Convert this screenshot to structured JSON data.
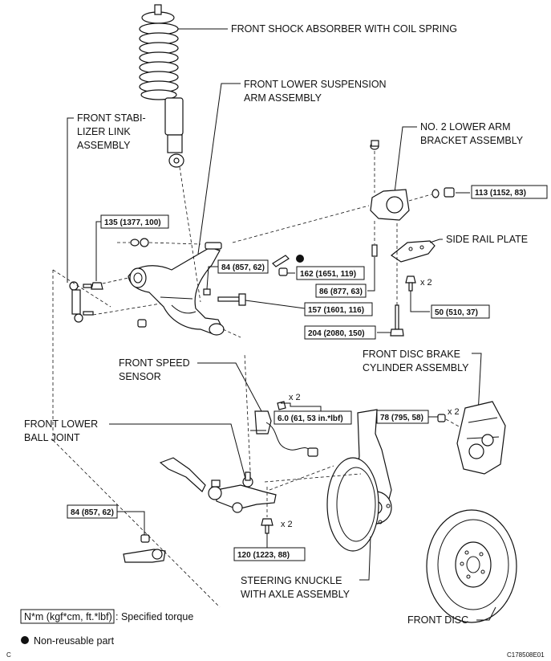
{
  "labels": {
    "shock": "FRONT SHOCK ABSORBER WITH COIL SPRING",
    "lower_arm_1": "FRONT LOWER SUSPENSION",
    "lower_arm_2": "ARM ASSEMBLY",
    "stab_1": "FRONT STABI-",
    "stab_2": "LIZER LINK",
    "stab_3": "ASSEMBLY",
    "no2_1": "NO. 2 LOWER ARM",
    "no2_2": "BRACKET ASSEMBLY",
    "side_rail": "SIDE RAIL PLATE",
    "speed_1": "FRONT SPEED",
    "speed_2": "SENSOR",
    "brake_1": "FRONT DISC BRAKE",
    "brake_2": "CYLINDER ASSEMBLY",
    "ball_1": "FRONT LOWER",
    "ball_2": "BALL JOINT",
    "knuckle_1": "STEERING KNUCKLE",
    "knuckle_2": "WITH AXLE ASSEMBLY",
    "disc": "FRONT DISC"
  },
  "torques": {
    "t113": "113 (1152, 83)",
    "t135": "135 (1377, 100)",
    "t84a": "84 (857, 62)",
    "t162": "162 (1651, 119)",
    "t86": "86 (877, 63)",
    "t50": "50 (510, 37)",
    "t157": "157 (1601, 116)",
    "t204": "204 (2080, 150)",
    "t6": "6.0 (61, 53 in.*lbf)",
    "t78": "78 (795, 58)",
    "t84b": "84 (857, 62)",
    "t120": "120 (1223, 88)"
  },
  "multipliers": {
    "m1": "x 2",
    "m2": "x 2",
    "m3": "x 2",
    "m4": "x 2"
  },
  "legend": {
    "torque_box": "N*m (kgf*cm, ft.*lbf)",
    "torque_text": ": Specified torque",
    "nonreusable": "Non-reusable part"
  },
  "corner": {
    "left": "C",
    "code": "C178508E01"
  }
}
